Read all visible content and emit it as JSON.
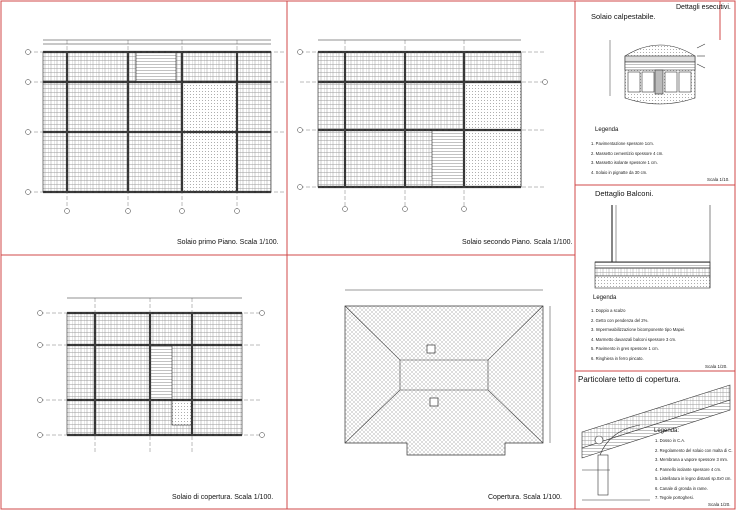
{
  "colors": {
    "frame": "#d04848",
    "line": "#222222",
    "grid": "#777777",
    "hatch": "#9a9a9a"
  },
  "panels": {
    "solaio_primo": {
      "caption": "Solaio primo Piano. Scala 1/100."
    },
    "solaio_secondo": {
      "caption": "Solaio secondo Piano. Scala 1/100."
    },
    "solaio_copertura": {
      "caption": "Solaio di copertura. Scala 1/100."
    },
    "copertura": {
      "caption": "Copertura. Scala 1/100."
    }
  },
  "details": {
    "header": "Dettagli esecutivi.",
    "calpestabile": {
      "title": "Solaio calpestabile.",
      "legend_title": "Legenda",
      "items": [
        "1. Pavimentazione spessore 1cm.",
        "2. Massetto cementizio spessore 4 cm.",
        "3. Massetto isolante spessore 1 cm.",
        "4. Solaio in pignatte da 30 cm."
      ],
      "scale": "Scala 1/10."
    },
    "balconi": {
      "title": "Dettaglio Balconi.",
      "legend_title": "Legenda",
      "items": [
        "1. Doppio a scalzo",
        "2. Getto con pendenza del 2%.",
        "3. Impermeabilizzazione bicomponente tipo Mapei.",
        "4. Marmetto davanzali balconi spessore 3 cm.",
        "5. Pavimento in gres spessore 1 cm.",
        "6. Ringhiera in ferro pincato."
      ],
      "scale": "Scala 1/20."
    },
    "tetto": {
      "title": "Particolare tetto di copertura.",
      "legend_title": "Legenda:",
      "items": [
        "1. Dosso in C.A.",
        "2. Regolamento del solaio con malta di C.",
        "3. Membrana a vapore spessore 3 mm.",
        "4. Pannello isolante spessore 4 cm.",
        "5. Listellatura in legno distanti sp.0x0 cm.",
        "6. Canale di gronda in rame.",
        "7. Tegole portoghesi."
      ],
      "scale": "Scala 1/20."
    }
  }
}
